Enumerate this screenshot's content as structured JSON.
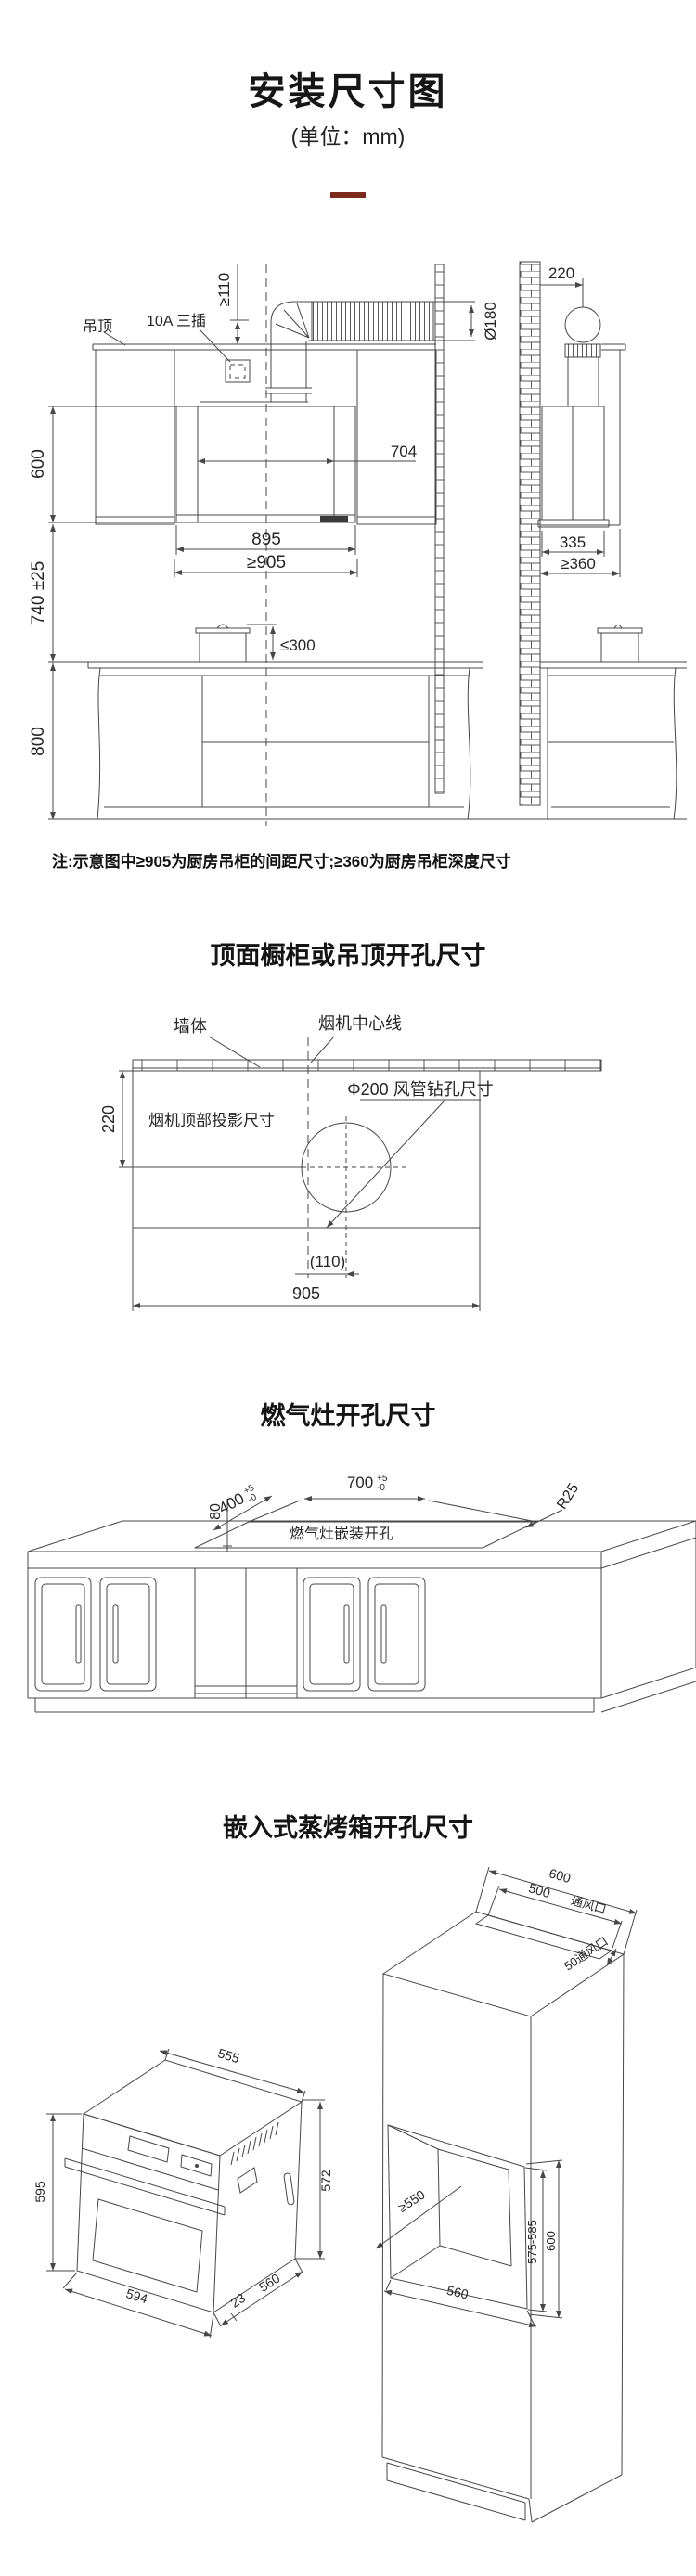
{
  "header": {
    "title": "安装尺寸图",
    "subtitle": "(单位：mm)",
    "divider_color": "#7c2b1a"
  },
  "hood_install": {
    "labels": {
      "ceiling": "吊顶",
      "socket": "10A 三插",
      "min_top_clearance": "≥110",
      "duct_diameter": "Ø180",
      "duct_wall_offset": "220",
      "hood_body_width": "704",
      "hood_width": "895",
      "cabinet_gap": "≥905",
      "hood_height": "600",
      "mount_height": "740 ±25",
      "base_height": "800",
      "max_pot_clearance": "≤300",
      "hood_depth": "335",
      "cabinet_depth": "≥360"
    },
    "note": "注:示意图中≥905为厨房吊柜的间距尺寸;≥360为厨房吊柜深度尺寸"
  },
  "top_cutout": {
    "heading": "顶面橱柜或吊顶开孔尺寸",
    "labels": {
      "wall": "墙体",
      "hood_centerline": "烟机中心线",
      "drill_hole": "Φ200 风管钻孔尺寸",
      "top_projection": "烟机顶部投影尺寸",
      "projection_depth": "220",
      "hole_offset": "(110)",
      "opening_width": "905"
    }
  },
  "gas_cutout": {
    "heading": "燃气灶开孔尺寸",
    "labels": {
      "cutout_depth": "400",
      "cutout_width": "700",
      "tol_plus": "+5",
      "tol_minus": "-0",
      "corner_radius": "R25",
      "front_distance": "80",
      "cutout_label": "燃气灶嵌装开孔"
    }
  },
  "steam_oven": {
    "heading": "嵌入式蒸烤箱开孔尺寸",
    "oven": {
      "top_width": "555",
      "side_height": "572",
      "front_height": "595",
      "front_width": "594",
      "door_thickness": "23",
      "body_depth": "560"
    },
    "cabinet": {
      "module_width": "600",
      "vent_width": "500",
      "vent_label": "通风口",
      "side_vent": "50通风口",
      "min_depth": "≥550",
      "niche_width": "560",
      "niche_height": "575-585",
      "module_height": "600"
    }
  }
}
